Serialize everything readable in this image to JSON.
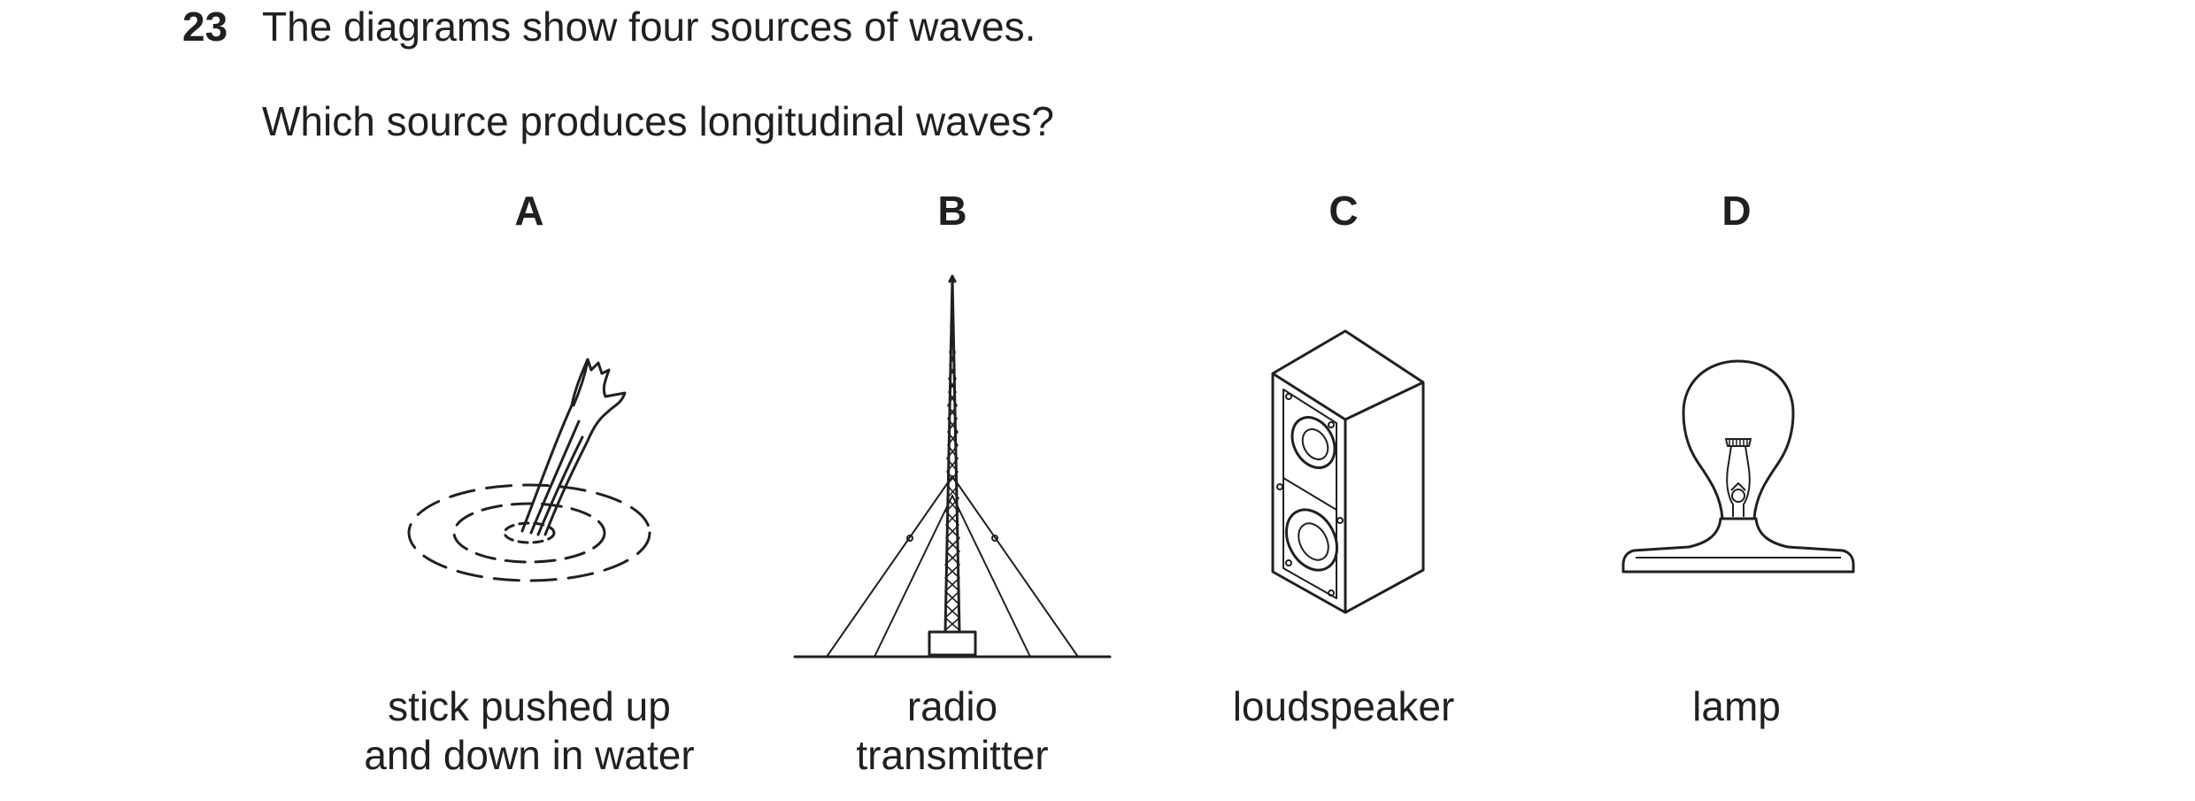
{
  "question": {
    "number": "23",
    "stem": "The diagrams show four sources of waves.",
    "prompt": "Which source produces longitudinal waves?"
  },
  "options": [
    {
      "letter": "A",
      "caption_lines": [
        "stick pushed up",
        "and down in water"
      ],
      "figure": "stick-in-water"
    },
    {
      "letter": "B",
      "caption_lines": [
        "radio",
        "transmitter"
      ],
      "figure": "radio-transmitter-mast"
    },
    {
      "letter": "C",
      "caption_lines": [
        "loudspeaker"
      ],
      "figure": "loudspeaker"
    },
    {
      "letter": "D",
      "caption_lines": [
        "lamp"
      ],
      "figure": "lamp"
    }
  ]
}
